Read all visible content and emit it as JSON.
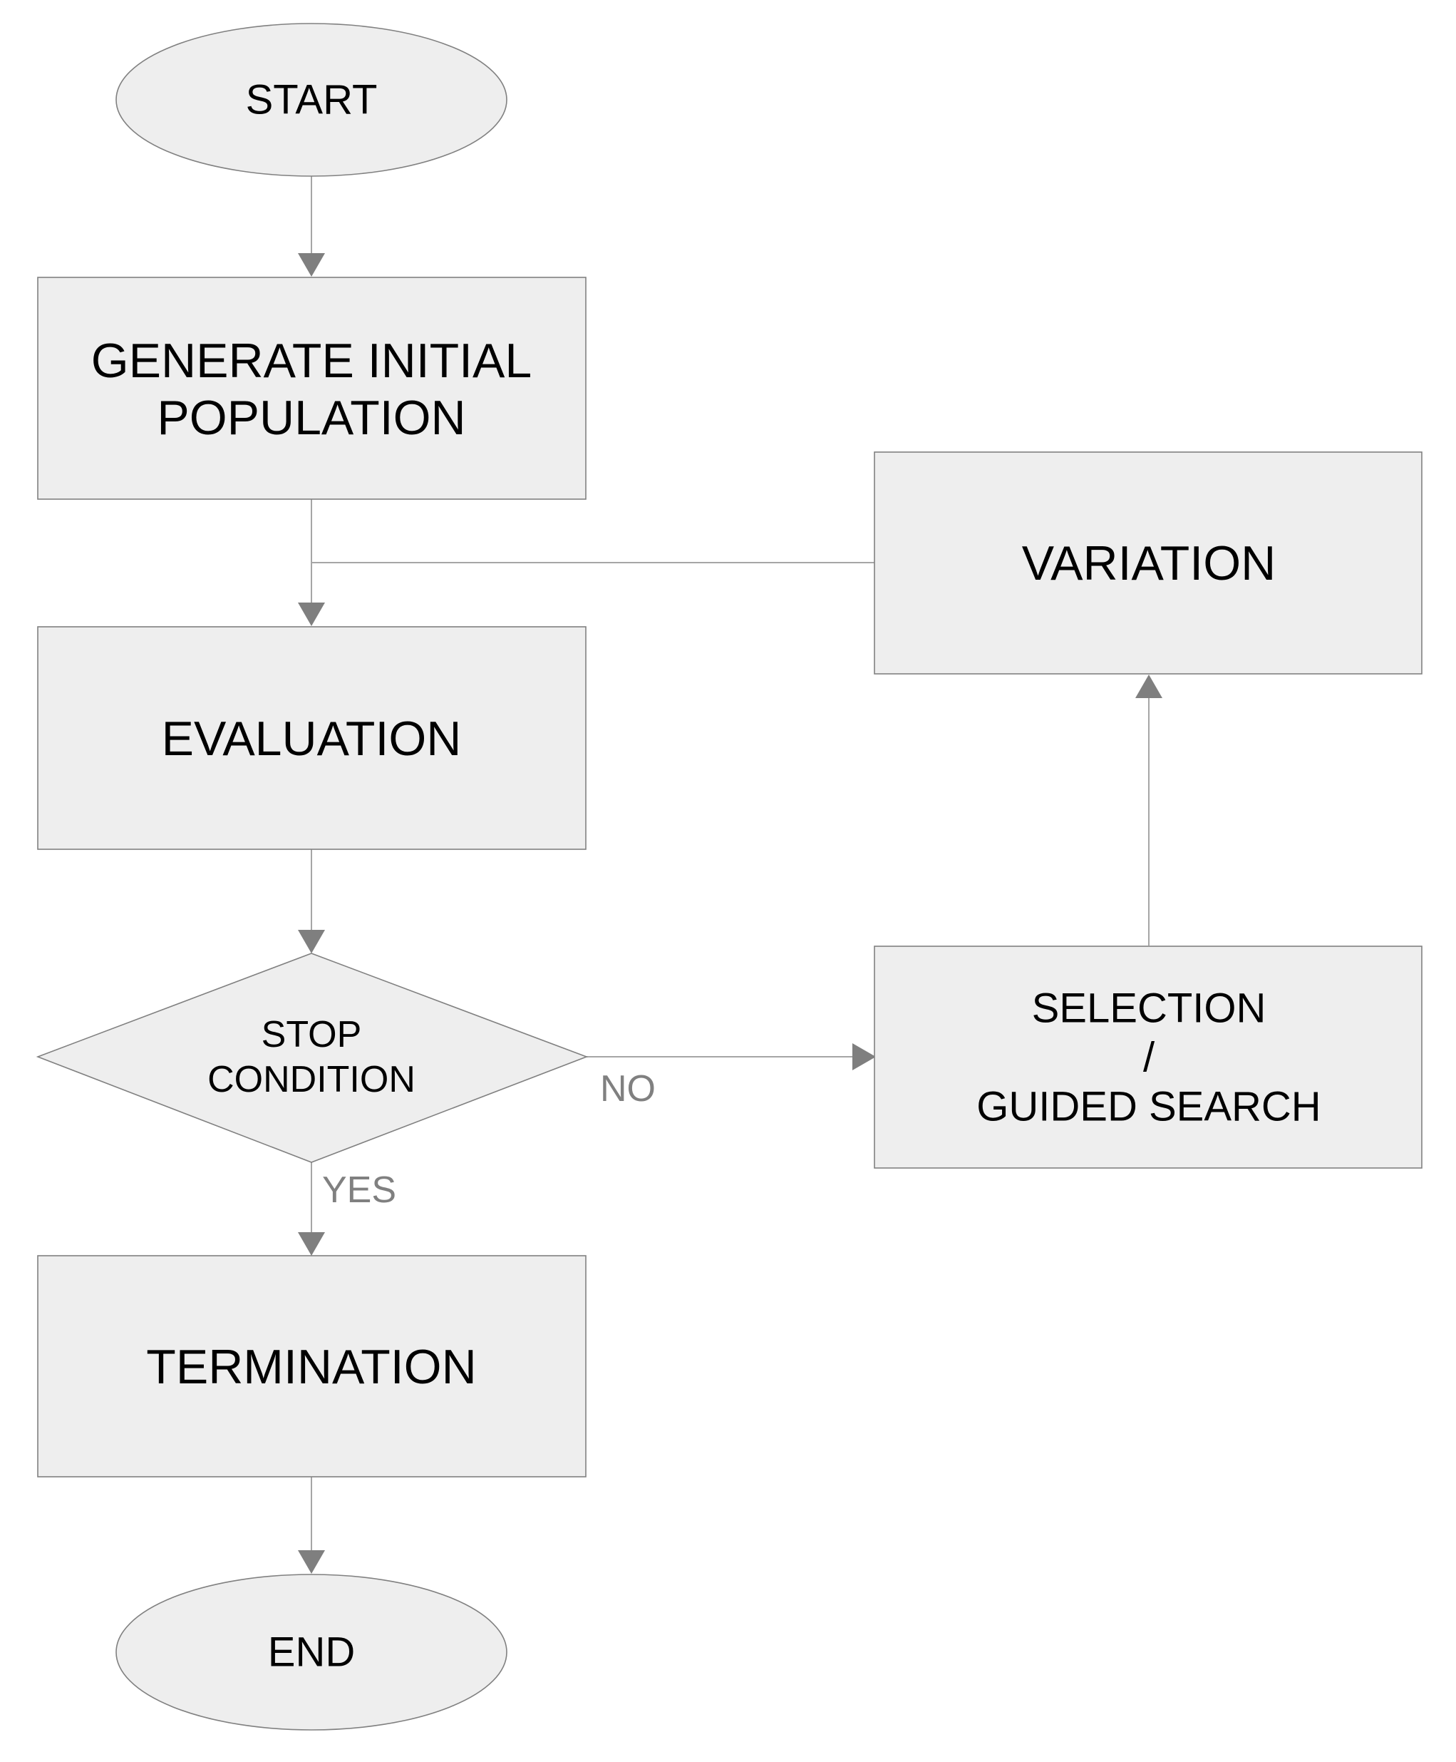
{
  "nodes": {
    "start": {
      "label": "START"
    },
    "generate": {
      "lines": [
        "GENERATE INITIAL",
        "POPULATION"
      ]
    },
    "evaluation": {
      "label": "EVALUATION"
    },
    "stop": {
      "lines": [
        "STOP",
        "CONDITION"
      ]
    },
    "termination": {
      "label": "TERMINATION"
    },
    "end": {
      "label": "END"
    },
    "variation": {
      "label": "VARIATION"
    },
    "selection": {
      "lines": [
        "SELECTION",
        "/",
        "GUIDED SEARCH"
      ]
    }
  },
  "edges": {
    "no_label": "NO",
    "yes_label": "YES"
  },
  "colors": {
    "shape_fill": "#eeeeee",
    "shape_stroke": "#808080",
    "connector": "#a6a6a6",
    "arrowhead": "#7f7f7f",
    "label_gray": "#808080"
  }
}
